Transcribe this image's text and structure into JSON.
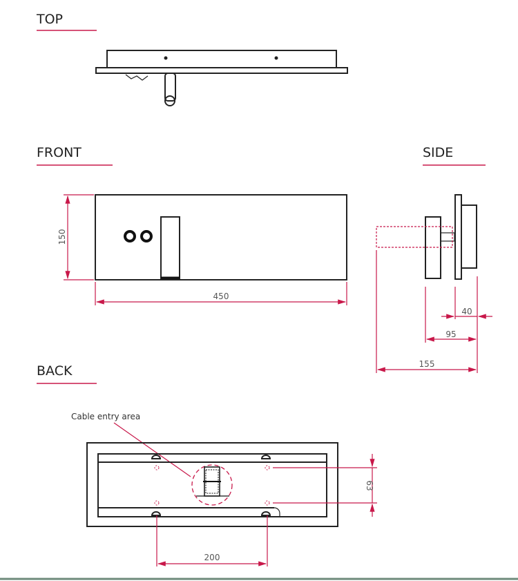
{
  "views": {
    "top": "TOP",
    "front": "FRONT",
    "side": "SIDE",
    "back": "BACK"
  },
  "dimensions": {
    "front_height": "150",
    "front_width": "450",
    "side_plate": "40",
    "side_body": "95",
    "side_total": "155",
    "back_vertical": "63",
    "back_horizontal": "200"
  },
  "annotations": {
    "cable_entry": "Cable entry area"
  },
  "colors": {
    "accent": "#c8184a",
    "line": "#222222"
  }
}
